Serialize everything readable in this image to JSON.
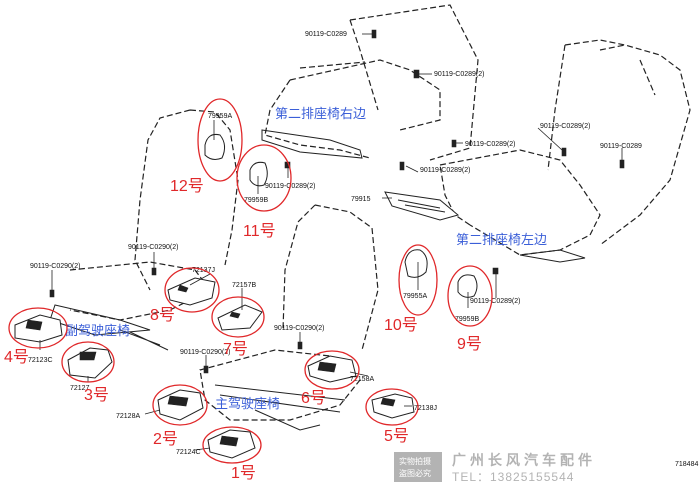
{
  "parts": {
    "bolt_top": "90119-C0289",
    "bolt_mid_right": "90119-C0289(2)",
    "bolt_2nd_row_a": "90119-C0289(2)",
    "bolt_2nd_row_b": "90119-C0289",
    "bolt_center": "90119-C0289(2)",
    "bolt_11": "90119-C0289(2)",
    "part_79959a": "79959A",
    "part_79959b": "79959B",
    "part_79915": "79915",
    "part_79955a": "79955A",
    "bolt_9": "90119-C0289(2)",
    "part_79959b_2": "79959B",
    "bolt_left_a": "90119-C0290(2)",
    "bolt_left_b": "90119-C0290(2)",
    "bolt_front_a": "90119-C0290(2)",
    "bolt_front_b": "90119-C0290(2)",
    "part_72137j": "72137J",
    "part_72157b": "72157B",
    "part_72123c": "72123C",
    "part_72127": "72127",
    "part_72128a": "72128A",
    "part_72124c": "72124C",
    "part_72158a": "72158A",
    "part_72138j": "72138J",
    "diagram_code": "718484"
  },
  "labels": {
    "second_row_right": "第二排座椅右边",
    "second_row_left": "第二排座椅左边",
    "passenger_seat": "副驾驶座椅",
    "driver_seat": "主驾驶座椅"
  },
  "callouts": [
    "1号",
    "2号",
    "3号",
    "4号",
    "5号",
    "6号",
    "7号",
    "8号",
    "9号",
    "10号",
    "11号",
    "12号"
  ],
  "watermark": {
    "badge_line1": "实物拍摄",
    "badge_line2": "盗图必究",
    "shop_name": "广州长风汽车配件",
    "phone": "TEL：13825155544"
  },
  "colors": {
    "callout_red": "#e0282a",
    "label_blue": "#3b5fd8",
    "line": "#222222"
  }
}
